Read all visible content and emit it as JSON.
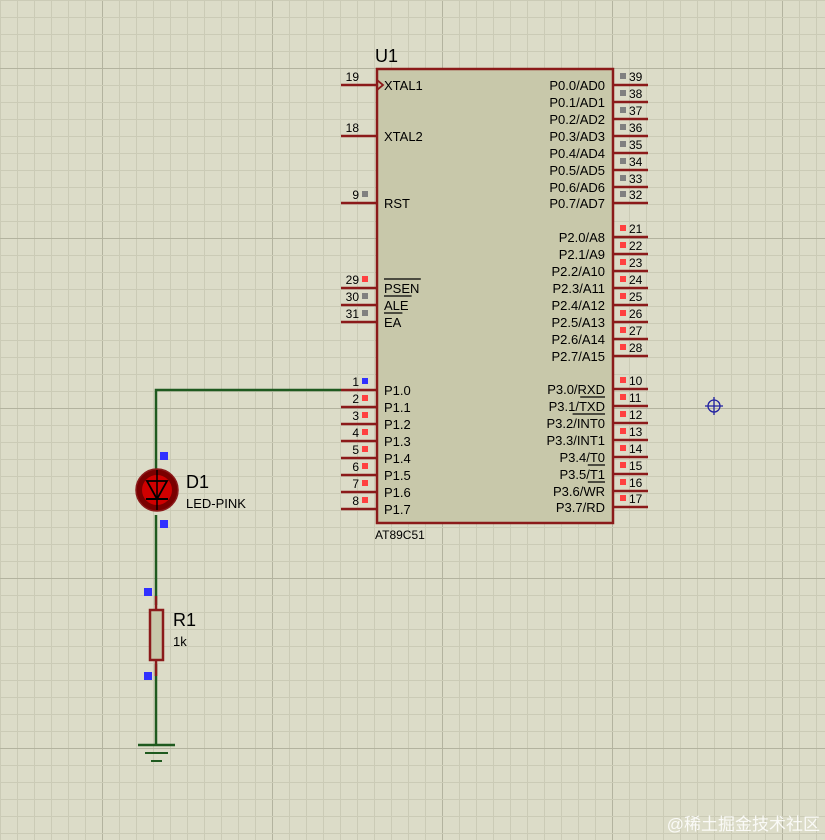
{
  "colors": {
    "background": "#dcdcc8",
    "grid_minor": "#cbcbb6",
    "grid_major": "#b3b39f",
    "chip_fill": "#c8c8aa",
    "chip_border": "#8b1a1a",
    "pin": "#8b1a1a",
    "wire": "#1f5a1f",
    "text": "#000000",
    "pin_number": "#000000",
    "marker_red": "#ff4040",
    "marker_grey": "#808080",
    "marker_blue": "#3030ff",
    "led_body": "#8b0000",
    "led_glow": "#ff0000"
  },
  "chip": {
    "ref": "U1",
    "part": "AT89C51",
    "left_pins": [
      {
        "num": "19",
        "label": "XTAL1",
        "marker": "none",
        "clock": true
      },
      {
        "num": "18",
        "label": "XTAL2",
        "marker": "none"
      },
      {
        "num": "9",
        "label": "RST",
        "marker": "grey"
      },
      {
        "num": "29",
        "label": "PSEN",
        "marker": "red",
        "overbar": true
      },
      {
        "num": "30",
        "label": "ALE",
        "marker": "grey",
        "overbar": true
      },
      {
        "num": "31",
        "label": "EA",
        "marker": "grey",
        "overbar": true
      },
      {
        "num": "1",
        "label": "P1.0",
        "marker": "blue"
      },
      {
        "num": "2",
        "label": "P1.1",
        "marker": "red"
      },
      {
        "num": "3",
        "label": "P1.2",
        "marker": "red"
      },
      {
        "num": "4",
        "label": "P1.3",
        "marker": "red"
      },
      {
        "num": "5",
        "label": "P1.4",
        "marker": "red"
      },
      {
        "num": "6",
        "label": "P1.5",
        "marker": "red"
      },
      {
        "num": "7",
        "label": "P1.6",
        "marker": "red"
      },
      {
        "num": "8",
        "label": "P1.7",
        "marker": "red"
      }
    ],
    "right_pins": [
      {
        "num": "39",
        "label": "P0.0/AD0",
        "marker": "grey"
      },
      {
        "num": "38",
        "label": "P0.1/AD1",
        "marker": "grey"
      },
      {
        "num": "37",
        "label": "P0.2/AD2",
        "marker": "grey"
      },
      {
        "num": "36",
        "label": "P0.3/AD3",
        "marker": "grey"
      },
      {
        "num": "35",
        "label": "P0.4/AD4",
        "marker": "grey"
      },
      {
        "num": "34",
        "label": "P0.5/AD5",
        "marker": "grey"
      },
      {
        "num": "33",
        "label": "P0.6/AD6",
        "marker": "grey"
      },
      {
        "num": "32",
        "label": "P0.7/AD7",
        "marker": "grey"
      },
      {
        "num": "21",
        "label": "P2.0/A8",
        "marker": "red"
      },
      {
        "num": "22",
        "label": "P2.1/A9",
        "marker": "red"
      },
      {
        "num": "23",
        "label": "P2.2/A10",
        "marker": "red"
      },
      {
        "num": "24",
        "label": "P2.3/A11",
        "marker": "red"
      },
      {
        "num": "25",
        "label": "P2.4/A12",
        "marker": "red"
      },
      {
        "num": "26",
        "label": "P2.5/A13",
        "marker": "red"
      },
      {
        "num": "27",
        "label": "P2.6/A14",
        "marker": "red"
      },
      {
        "num": "28",
        "label": "P2.7/A15",
        "marker": "red"
      },
      {
        "num": "10",
        "label": "P3.0/RXD",
        "marker": "red"
      },
      {
        "num": "11",
        "label": "P3.1/TXD",
        "marker": "red",
        "bar_part": "TXD"
      },
      {
        "num": "12",
        "label": "P3.2/INT0",
        "marker": "red",
        "bar_part": "INT0"
      },
      {
        "num": "13",
        "label": "P3.3/INT1",
        "marker": "red"
      },
      {
        "num": "14",
        "label": "P3.4/T0",
        "marker": "red"
      },
      {
        "num": "15",
        "label": "P3.5/T1",
        "marker": "red",
        "bar_part": "T1"
      },
      {
        "num": "16",
        "label": "P3.6/WR",
        "marker": "red",
        "bar_part": "WR"
      },
      {
        "num": "17",
        "label": "P3.7/RD",
        "marker": "red"
      }
    ]
  },
  "led": {
    "ref": "D1",
    "value": "LED-PINK"
  },
  "resistor": {
    "ref": "R1",
    "value": "1k"
  },
  "watermark": "@稀土掘金技术社区"
}
